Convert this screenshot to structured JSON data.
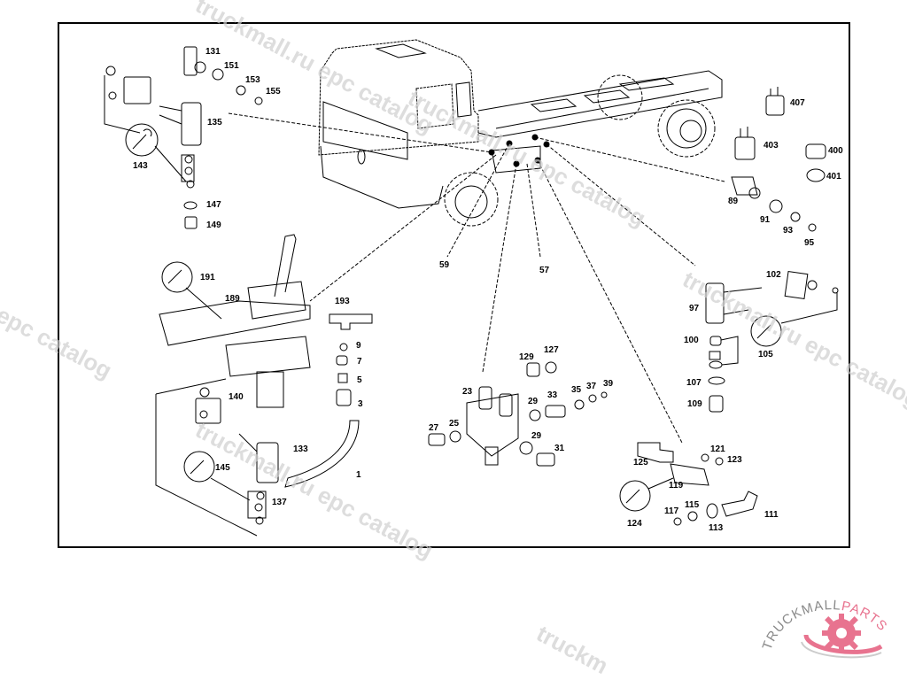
{
  "diagram": {
    "title": "Truck chassis pneumatic valve assembly exploded view",
    "callouts": {
      "p131": "131",
      "p151": "151",
      "p153": "153",
      "p155": "155",
      "p135": "135",
      "p143": "143",
      "p147": "147",
      "p149": "149",
      "p407": "407",
      "p403": "403",
      "p400": "400",
      "p401": "401",
      "p89": "89",
      "p91": "91",
      "p93": "93",
      "p95": "95",
      "p59": "59",
      "p57": "57",
      "p191": "191",
      "p189": "189",
      "p193": "193",
      "p9": "9",
      "p7": "7",
      "p5": "5",
      "p3": "3",
      "p1": "1",
      "p140": "140",
      "p133": "133",
      "p145": "145",
      "p137": "137",
      "p97": "97",
      "p102": "102",
      "p100": "100",
      "p105": "105",
      "p107": "107",
      "p109": "109",
      "p129": "129",
      "p127": "127",
      "p23": "23",
      "p29a": "29",
      "p33": "33",
      "p35": "35",
      "p37": "37",
      "p39": "39",
      "p27": "27",
      "p25": "25",
      "p29b": "29",
      "p31": "31",
      "p125": "125",
      "p121": "121",
      "p123": "123",
      "p119": "119",
      "p124": "124",
      "p117": "117",
      "p115": "115",
      "p113": "113",
      "p111": "111"
    }
  },
  "watermarks": {
    "w1": "truckmall.ru epc catalog",
    "w2": "epc catalog",
    "w3": "truckmall.ru epc catalog",
    "w4": "truckmall.ru epc catalog",
    "w5": "truckmall.ru epc catalog",
    "w6": "truckm"
  },
  "logo": {
    "text_left": "TRUCKMALL",
    "text_right": "PARTS",
    "color_gray": "#8a8a8a",
    "color_pink": "#e8738f"
  }
}
